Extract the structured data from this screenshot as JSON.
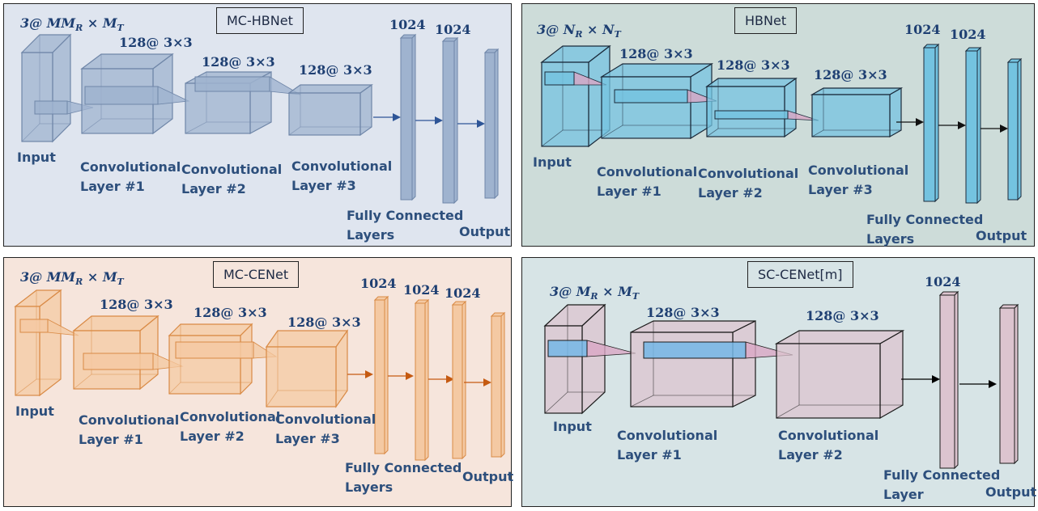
{
  "panels": {
    "mc_hbnet": {
      "title": "MC-HBNet",
      "input_dims": "3@ MM_R × M_T",
      "conv_dims": [
        "128@ 3×3",
        "128@ 3×3",
        "128@ 3×3"
      ],
      "fc_sizes": [
        "1024",
        "1024"
      ],
      "labels": {
        "input": "Input",
        "conv1": [
          "Convolutional",
          "Layer #1"
        ],
        "conv2": [
          "Convolutional",
          "Layer #2"
        ],
        "conv3": [
          "Convolutional",
          "Layer #3"
        ],
        "fc": [
          "Fully Connected",
          "Layers"
        ],
        "output": "Output"
      },
      "colors": {
        "bg": "#dfe5ef",
        "fill": "#9fb3cf",
        "stroke": "#6f86a8",
        "arrow": "#2e5597"
      }
    },
    "hbnet": {
      "title": "HBNet",
      "input_dims": "3@ N_R × N_T",
      "conv_dims": [
        "128@ 3×3",
        "128@ 3×3",
        "128@ 3×3"
      ],
      "fc_sizes": [
        "1024",
        "1024"
      ],
      "labels": {
        "input": "Input",
        "conv1": [
          "Convolutional",
          "Layer #1"
        ],
        "conv2": [
          "Convolutional",
          "Layer #2"
        ],
        "conv3": [
          "Convolutional",
          "Layer #3"
        ],
        "fc": [
          "Fully Connected",
          "Layers"
        ],
        "output": "Output"
      },
      "colors": {
        "bg": "#cddcd9",
        "fill": "#74c3e0",
        "stroke": "#1b2a3a",
        "arrow": "#111111",
        "kernel": "#d9a6c4"
      }
    },
    "mc_cenet": {
      "title": "MC-CENet",
      "input_dims": "3@ MM_R × M_T",
      "conv_dims": [
        "128@ 3×3",
        "128@ 3×3",
        "128@ 3×3"
      ],
      "fc_sizes": [
        "1024",
        "1024",
        "1024"
      ],
      "labels": {
        "input": "Input",
        "conv1": [
          "Convolutional",
          "Layer #1"
        ],
        "conv2": [
          "Convolutional",
          "Layer #2"
        ],
        "conv3": [
          "Convolutional",
          "Layer #3"
        ],
        "fc": [
          "Fully Connected",
          "Layers"
        ],
        "output": "Output"
      },
      "colors": {
        "bg": "#f6e5dc",
        "fill": "#f4c9a3",
        "stroke": "#d98a45",
        "arrow": "#c55a11"
      }
    },
    "sc_cenet": {
      "title": "SC-CENet[m]",
      "input_dims": "3@ M_R × M_T",
      "conv_dims": [
        "128@ 3×3",
        "128@ 3×3"
      ],
      "fc_sizes": [
        "1024"
      ],
      "labels": {
        "input": "Input",
        "conv1": [
          "Convolutional",
          "Layer #1"
        ],
        "conv2": [
          "Convolutional",
          "Layer #2"
        ],
        "fc": [
          "Fully Connected",
          "Layer"
        ],
        "output": "Output"
      },
      "colors": {
        "bg": "#d7e4e6",
        "fill": "#dcc4cf",
        "stroke": "#1b1b1b",
        "arrow": "#000000",
        "kernel_blue": "#74b6e6",
        "kernel_pink": "#d9a6c4"
      }
    }
  }
}
